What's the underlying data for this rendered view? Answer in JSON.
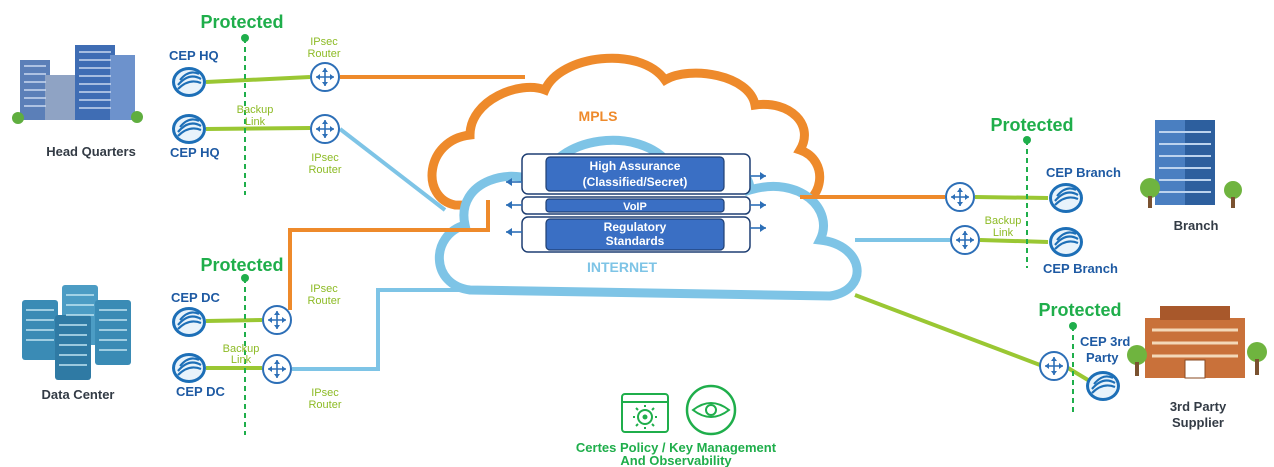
{
  "labels": {
    "protected": "Protected",
    "head_quarters": "Head Quarters",
    "data_center": "Data Center",
    "branch": "Branch",
    "third_party_line1": "3rd Party",
    "third_party_line2": "Supplier",
    "cep_hq": "CEP HQ",
    "cep_dc": "CEP DC",
    "cep_branch": "CEP Branch",
    "cep_3rd_line1": "CEP 3rd",
    "cep_3rd_line2": "Party",
    "ipsec_router_line1": "IPsec",
    "ipsec_router_line2": "Router",
    "backup_link_line1": "Backup",
    "backup_link_line2": "Link",
    "mpls": "MPLS",
    "internet": "INTERNET",
    "tunnel_high_line1": "High Assurance",
    "tunnel_high_line2": "(Classified/Secret)",
    "tunnel_voip": "VoIP",
    "tunnel_reg_line1": "Regulatory",
    "tunnel_reg_line2": "Standards",
    "policy_line1": "Certes Policy / Key Management",
    "policy_line2": "And  Observability"
  },
  "colors": {
    "mpls_orange": "#ee8a2b",
    "internet_blue": "#7ec4e6",
    "link_green": "#9ac733",
    "protected_green": "#1fae4b",
    "tunnel_blue": "#3a6fc4",
    "label_blue": "#1e5aa3"
  },
  "icons": [
    "cep-device-icon",
    "ipsec-router-icon",
    "building-icon",
    "server-rack-icon",
    "gear-window-icon",
    "eye-icon"
  ]
}
